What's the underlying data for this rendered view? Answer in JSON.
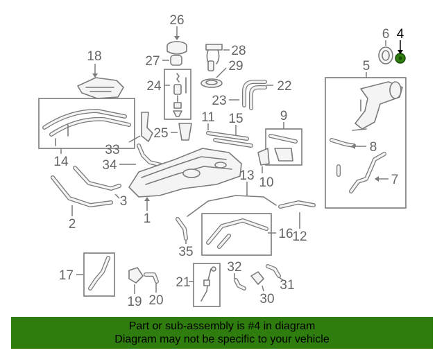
{
  "diagram": {
    "labels": {
      "n1": "1",
      "n2": "2",
      "n3": "3",
      "n4": "4",
      "n5": "5",
      "n6": "6",
      "n7": "7",
      "n8": "8",
      "n9": "9",
      "n10": "10",
      "n11": "11",
      "n12": "12",
      "n13": "13",
      "n14": "14",
      "n15": "15",
      "n16": "16",
      "n17": "17",
      "n18": "18",
      "n19": "19",
      "n20": "20",
      "n21": "21",
      "n22": "22",
      "n23": "23",
      "n24": "24",
      "n25": "25",
      "n26": "26",
      "n27": "27",
      "n28": "28",
      "n29": "29",
      "n30": "30",
      "n31": "31",
      "n32": "32",
      "n33": "33",
      "n34": "34",
      "n35": "35"
    },
    "highlight_color": "#2e7d0e"
  },
  "banner": {
    "line1": "Part or sub-assembly is #4 in diagram",
    "line2": "Diagram may not be specific to your vehicle",
    "background": "#2e7d0e"
  }
}
